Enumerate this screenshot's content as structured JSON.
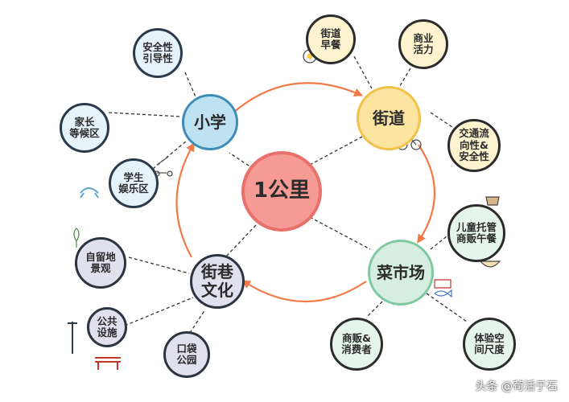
{
  "center": "1公里",
  "hubs": {
    "school": "小学",
    "street": "街道",
    "market": "菜市场",
    "alley": "街巷\n文化"
  },
  "leaves": {
    "safety": "安全性\n引导性",
    "parent_wait": "家长\n等候区",
    "student_play": "学生\n娱乐区",
    "breakfast": "街道\n早餐",
    "commerce": "商业\n活力",
    "traffic": "交通流\n向性&\n安全性",
    "childcare": "儿童托管\n商贩午餐",
    "vendors": "商贩&\n消费者",
    "experience": "体验空\n间尺度",
    "garden": "自留地\n景观",
    "facilities": "公共\n设施",
    "pocket_park": "口袋\n公园"
  },
  "watermark": "头条 @茍活于石",
  "colors": {
    "center_fill": "#f59a95",
    "school_fill": "#bfe2f2",
    "street_fill": "#fbe3a0",
    "market_fill": "#d6eedf",
    "alley_fill": "#e1e0ef",
    "cycle_arrow": "#f27a48"
  }
}
